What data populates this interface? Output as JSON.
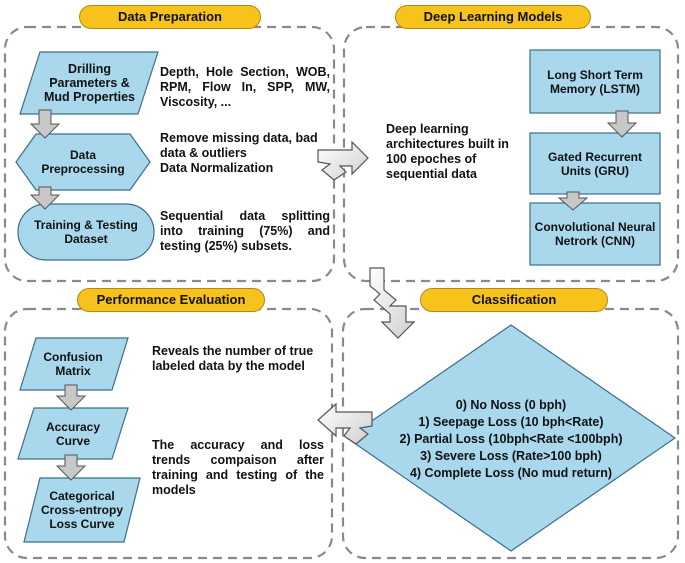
{
  "sections": {
    "data_preparation": {
      "title": "Data Preparation",
      "steps": [
        {
          "label": "Drilling Parameters & Mud Properties",
          "desc": "Depth, Hole Section, WOB, RPM, Flow In, SPP, MW, Viscosity, ..."
        },
        {
          "label": "Data Preprocessing",
          "desc": "Remove missing data, bad data & outliers\nData Normalization"
        },
        {
          "label": "Training & Testing Dataset",
          "desc": "Sequential data splitting into training (75%) and testing (25%) subsets."
        }
      ]
    },
    "deep_learning": {
      "title": "Deep Learning Models",
      "description": "Deep learning architectures built in 100 epoches of sequential data",
      "models": [
        "Long Short Term Memory (LSTM)",
        "Gated Recurrent Units (GRU)",
        "Convolutional Neural Netrork (CNN)"
      ]
    },
    "performance": {
      "title": "Performance Evaluation",
      "steps": [
        {
          "label": "Confusion Matrix"
        },
        {
          "label": "Accuracy Curve"
        },
        {
          "label": "Categorical Cross-entropy Loss Curve"
        }
      ],
      "desc_1": "Reveals the number of true labeled data by the model",
      "desc_2": "The accuracy and loss trends compaison after training and testing of the models"
    },
    "classification": {
      "title": "Classification",
      "classes": [
        "0) No Noss (0 bph)",
        "1) Seepage Loss (10 bph<Rate)",
        "2) Partial Loss (10bph<Rate <100bph)",
        "3) Severe Loss (Rate>100 bph)",
        "4) Complete Loss (No mud return)"
      ]
    }
  },
  "colors": {
    "shape_fill": "#a9d8ec",
    "shape_stroke": "#3b6f88",
    "pill_fill": "#f7c21b",
    "panel_border": "#8a8a8a",
    "arrow_fill": "#c8c8c8",
    "arrow_stroke": "#555555"
  }
}
